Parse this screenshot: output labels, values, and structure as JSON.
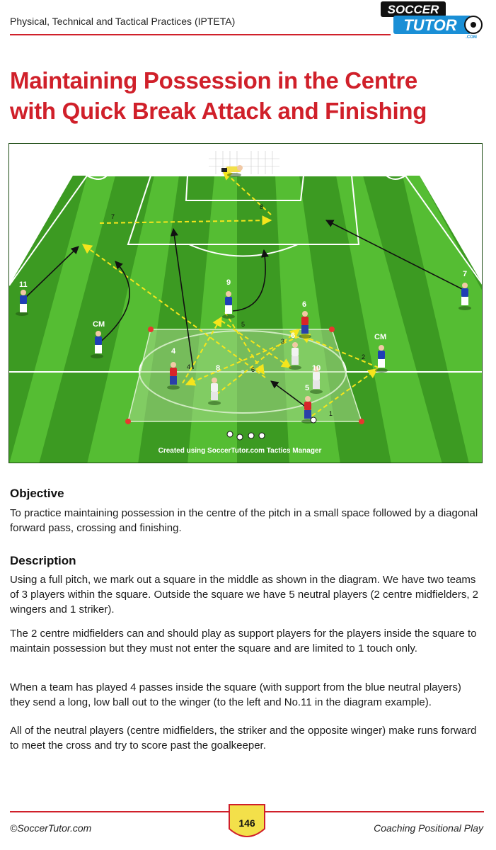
{
  "header": {
    "section": "Physical, Technical and Tactical Practices (IPTETA)",
    "logo_top": "SOCCER",
    "logo_bottom": "TUTOR",
    "logo_domain": ".COM"
  },
  "title_line1": "Maintaining Possession in the Centre",
  "title_line2": "with Quick Break Attack and Finishing",
  "diagram": {
    "credit": "Created using SoccerTutor.com Tactics Manager",
    "player_labels": {
      "p11": "11",
      "p7_right": "7",
      "p9": "9",
      "cm_left": "CM",
      "cm_right": "CM",
      "r6": "6",
      "r4": "4",
      "r5": "5",
      "w8": "8",
      "w10": "10",
      "w6": "6"
    },
    "pass_labels": {
      "n1": "1",
      "n2": "2",
      "n3": "3",
      "n4": "4",
      "n5": "5",
      "n6": "6",
      "n7": "7",
      "n8": "8"
    },
    "colors": {
      "grass_light": "#4fb82e",
      "grass_dark": "#3c9a22",
      "zone": "#86c864",
      "red_team": "#d8242a",
      "white_team": "#f2f2f2",
      "blue_neutral": "#1f3fb5",
      "pass_line": "#f5e51c"
    }
  },
  "objective": {
    "heading": "Objective",
    "text": "To practice maintaining possession in the centre of the pitch in a small space followed by a diagonal forward pass, crossing and finishing."
  },
  "description": {
    "heading": "Description",
    "paragraphs": [
      "Using a full pitch, we mark out a square in the middle as shown in the diagram. We have two teams of 3 players within the square. Outside the square we have 5 neutral players (2 centre midfielders, 2 wingers and 1 striker).",
      "The 2 centre midfielders can and should play as support players for the players inside the square to maintain possession but they must not enter the square and are limited to 1 touch only.",
      "When a team has played 4 passes inside the square (with support from the blue neutral players) they send a long, low ball out to the winger (to the left and No.11 in the diagram example).",
      "All of the neutral players (centre midfielders, the striker and the opposite winger) make runs forward to meet the cross and try to score past the goalkeeper."
    ]
  },
  "footer": {
    "left": "©SoccerTutor.com",
    "right": "Coaching Positional Play",
    "page_number": "146"
  }
}
